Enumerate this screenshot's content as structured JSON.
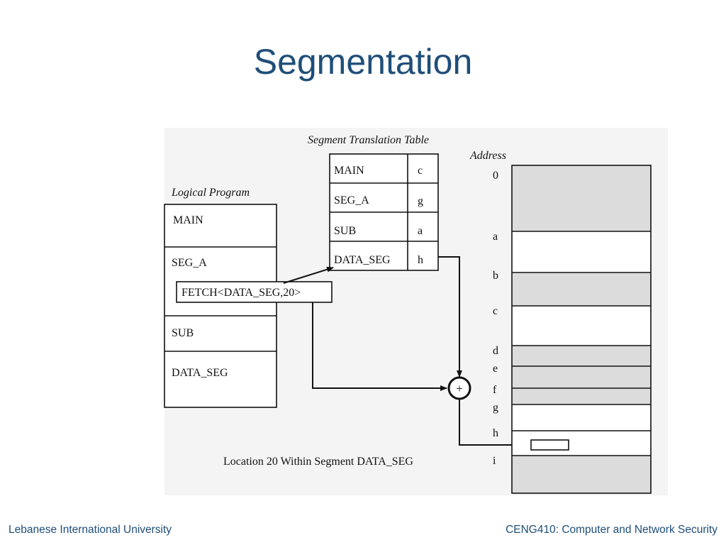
{
  "slide": {
    "title": "Segmentation"
  },
  "figure": {
    "logical_program": {
      "caption": "Logical Program",
      "segments": [
        "MAIN",
        "SEG_A",
        "SUB",
        "DATA_SEG"
      ],
      "fetch_instruction": "FETCH<DATA_SEG,20>"
    },
    "translation_table": {
      "caption": "Segment Translation Table",
      "rows": [
        {
          "segment": "MAIN",
          "base": "c"
        },
        {
          "segment": "SEG_A",
          "base": "g"
        },
        {
          "segment": "SUB",
          "base": "a"
        },
        {
          "segment": "DATA_SEG",
          "base": "h"
        }
      ]
    },
    "adder_symbol": "+",
    "memory": {
      "caption": "Address",
      "addresses": [
        "0",
        "a",
        "b",
        "c",
        "d",
        "e",
        "f",
        "g",
        "h",
        "i"
      ]
    },
    "location_label": "Location 20 Within Segment DATA_SEG"
  },
  "footer": {
    "left": "Lebanese International University",
    "right": "CENG410: Computer and Network Security"
  }
}
